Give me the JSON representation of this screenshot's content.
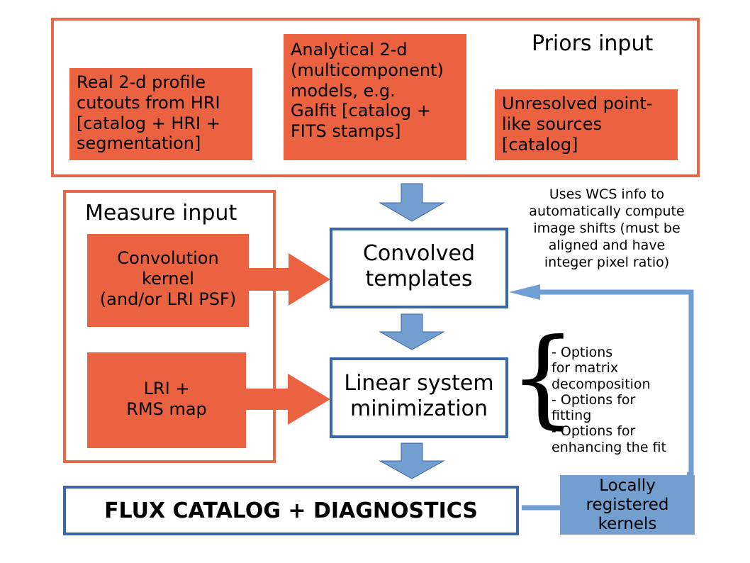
{
  "priors": {
    "title": "Priors input",
    "box1": "Real 2-d profile\ncutouts from HRI\n[catalog + HRI +\nsegmentation]",
    "box2": "Analytical 2-d\n(multicomponent)\nmodels, e.g.\nGalfit [catalog +\nFITS stamps]",
    "box3": "Unresolved point-\nlike sources\n[catalog]"
  },
  "measure": {
    "title": "Measure input",
    "kernel": "Convolution\nkernel\n(and/or LRI PSF)",
    "lri": "LRI +\nRMS map"
  },
  "steps": {
    "convolved": "Convolved\ntemplates",
    "linear": "Linear system\nminimization",
    "output": "FLUX CATALOG + DIAGNOSTICS"
  },
  "notes": {
    "wcs": "Uses WCS info to\nautomatically compute\nimage shifts (must be\naligned and have\ninteger pixel ratio)",
    "brace": "{",
    "options": "- Options\nfor matrix\ndecomposition\n- Options for\nfitting\n- Options for\nenhancing the fit",
    "local_kernels": "Locally\nregistered\nkernels"
  },
  "colors": {
    "orange_fill": "#ea623f",
    "orange_border": "#e8674a",
    "blue_border": "#3b66a8",
    "blue_arrow": "#729fcf",
    "feedback_blue": "#6f9ed4"
  }
}
